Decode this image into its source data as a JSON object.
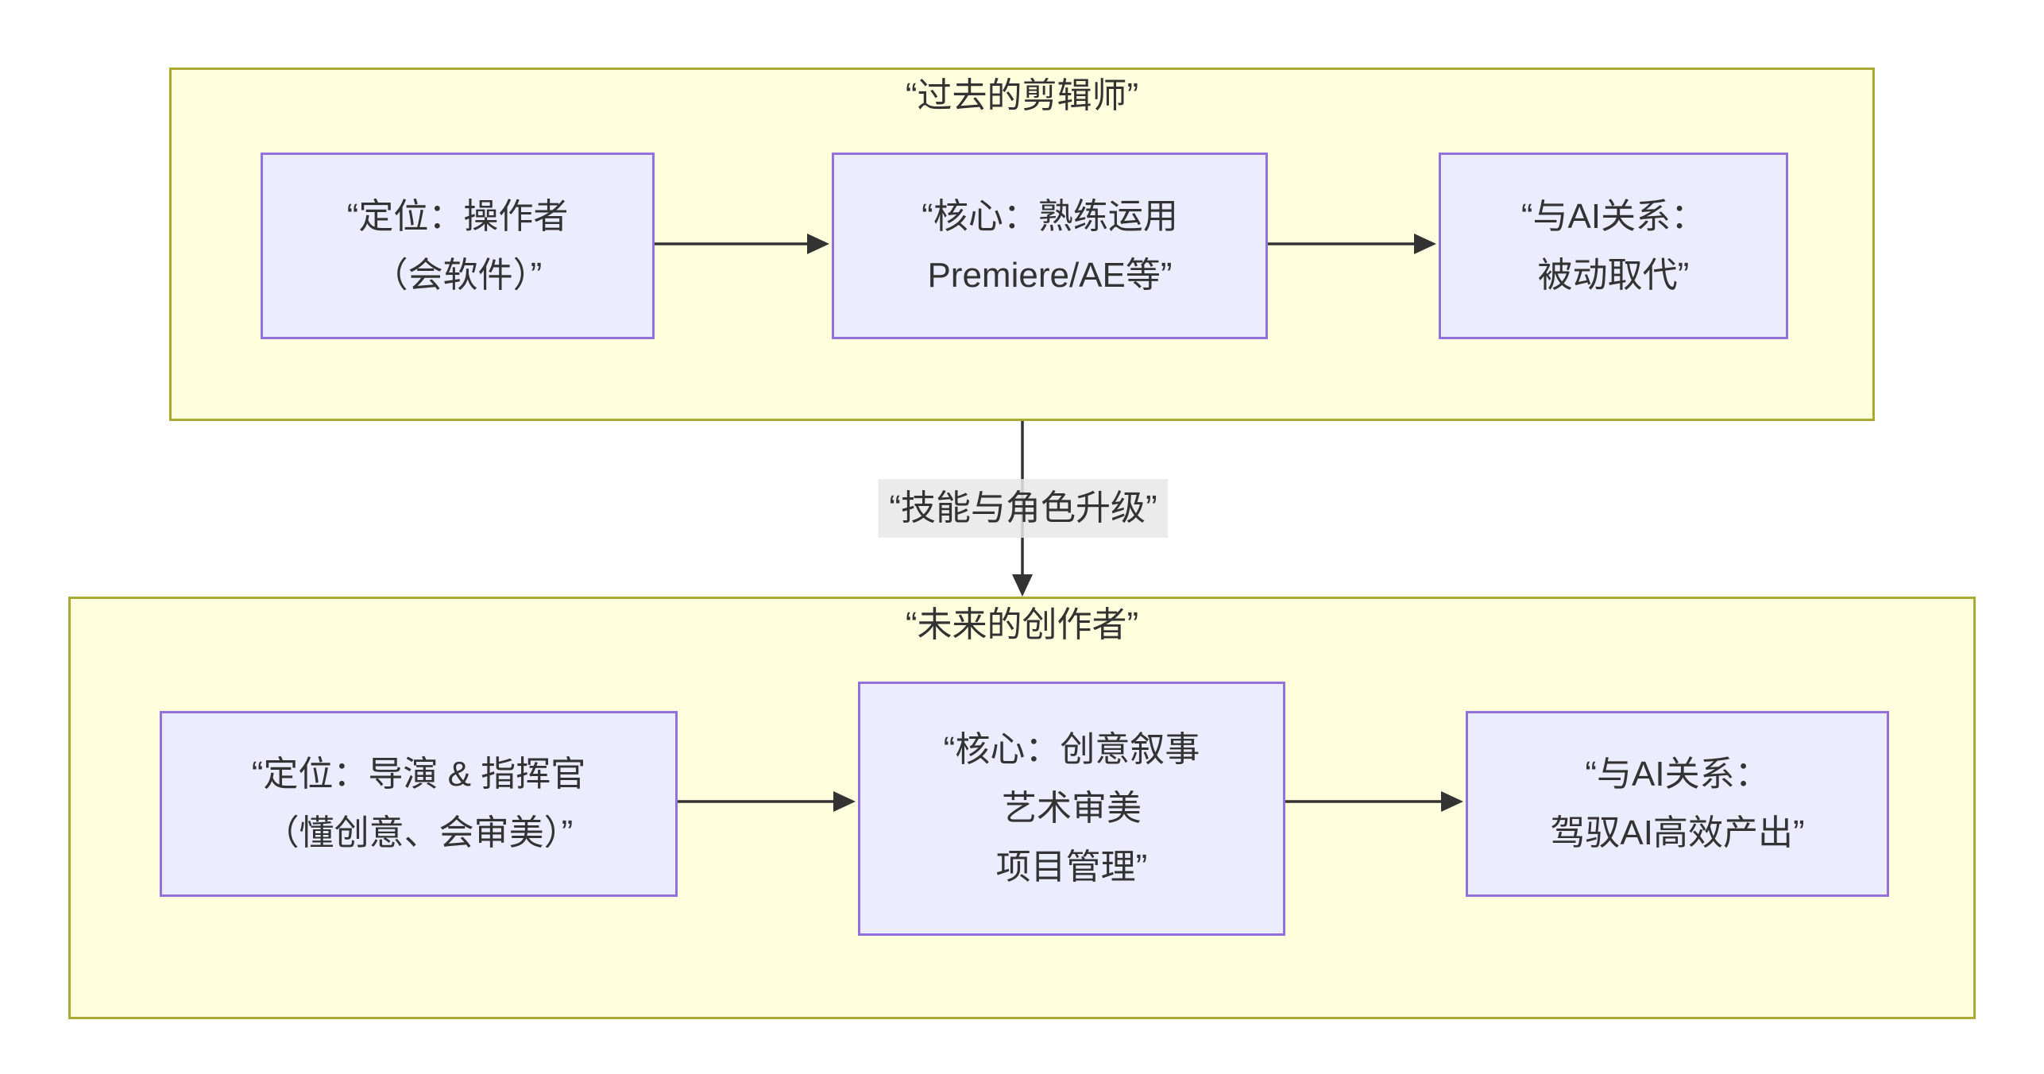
{
  "theme": {
    "canvas_bg": "#ffffff",
    "cluster_fill": "#ffffde",
    "cluster_border": "#aaaa33",
    "node_fill": "#ECECFF",
    "node_border": "#9370DB",
    "edge_color": "#333333",
    "text_color": "#333333",
    "edge_label_bg": "rgba(232,232,232,0.85)"
  },
  "clusters": {
    "past": {
      "title": "“过去的剪辑师”",
      "nodes": [
        {
          "id": "positioning",
          "lines": [
            "“定位：操作者",
            "（会软件）”"
          ]
        },
        {
          "id": "core-skills",
          "lines": [
            "“核心：熟练运用",
            "Premiere/AE等”"
          ]
        },
        {
          "id": "ai-relation",
          "lines": [
            "“与AI关系：",
            "被动取代”"
          ]
        }
      ]
    },
    "future": {
      "title": "“未来的创作者”",
      "nodes": [
        {
          "id": "positioning",
          "lines": [
            "“定位：导演 & 指挥官",
            "（懂创意、会审美）”"
          ]
        },
        {
          "id": "core-skills",
          "lines": [
            "“核心：创意叙事",
            "艺术审美",
            "项目管理”"
          ]
        },
        {
          "id": "ai-relation",
          "lines": [
            "“与AI关系：",
            "驾驭AI高效产出”"
          ]
        }
      ]
    }
  },
  "edge": {
    "label": "“技能与角色升级”"
  }
}
